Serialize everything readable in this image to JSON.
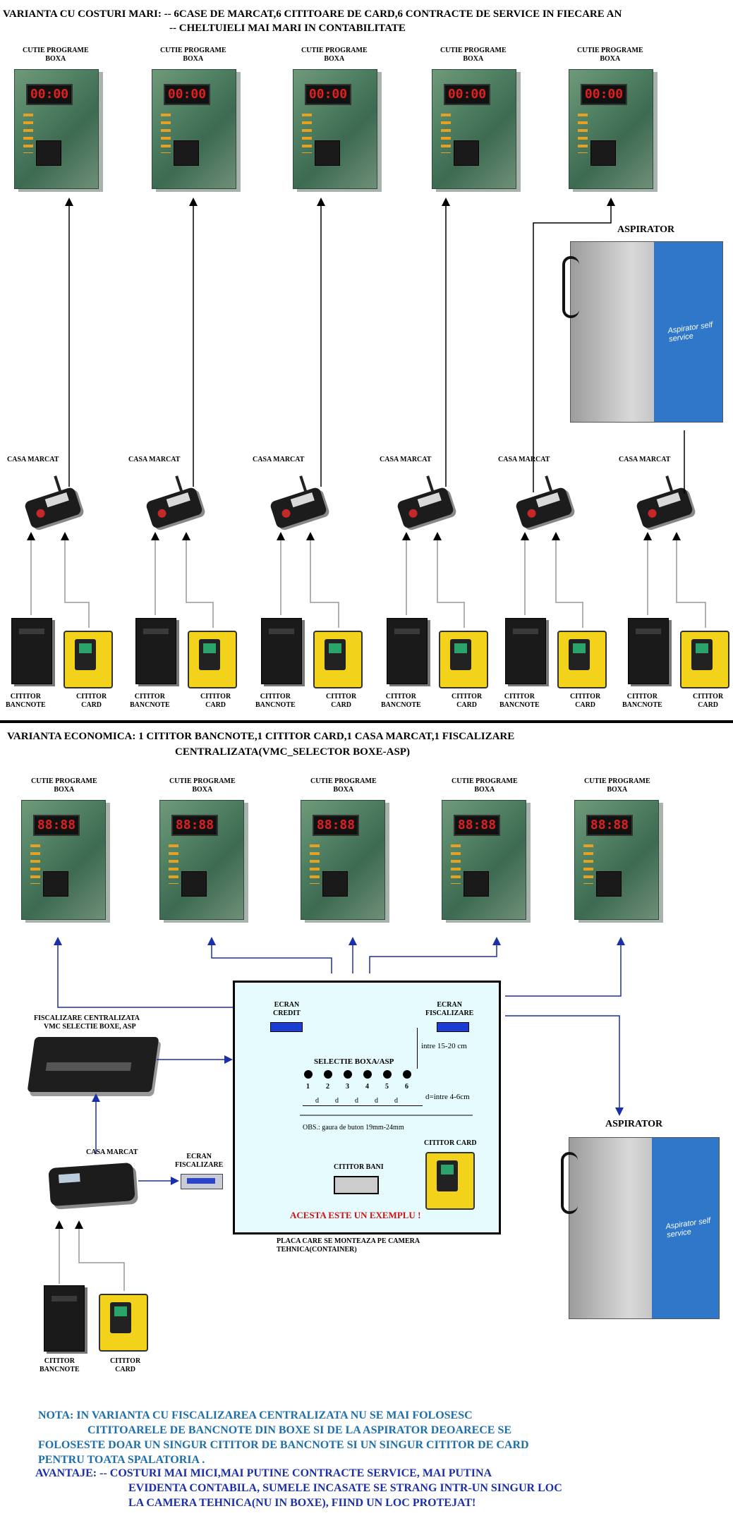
{
  "top": {
    "header1": "VARIANTA CU COSTURI MARI: -- 6CASE DE MARCAT,6 CITITOARE DE CARD,6  CONTRACTE DE SERVICE IN FIECARE AN",
    "header2": "-- CHELTUIELI MAI MARI IN CONTABILITATE",
    "box_label_line1": "CUTIE PROGRAME",
    "box_label_line2": "BOXA",
    "display_value": "00:00",
    "aspirator": "ASPIRATOR",
    "casa_marcat": "CASA MARCAT",
    "citiror_bancnote_1": "CITITOR",
    "citiror_bancnote_2": "BANCNOTE",
    "cititor_card_1": "CITITOR",
    "cititor_card_2": "CARD",
    "aspirator_panel": "Aspirator self service"
  },
  "bottom": {
    "header1": "VARIANTA ECONOMICA: 1 CITITOR BANCNOTE,1 CITITOR CARD,1 CASA MARCAT,1 FISCALIZARE",
    "header2": "CENTRALIZATA(VMC_SELECTOR BOXE-ASP)",
    "box_label_line1": "CUTIE PROGRAME",
    "box_label_line2": "BOXA",
    "display_value": "88:88",
    "fiscalizare_1": "FISCALIZARE CENTRALIZATA",
    "fiscalizare_2": "VMC SELECTIE BOXE, ASP",
    "casa_marcat": "CASA MARCAT",
    "ecran_fisc_1": "ECRAN",
    "ecran_fisc_2": "FISCALIZARE",
    "cititor_bancnote_1": "CITITOR",
    "cititor_bancnote_2": "BANCNOTE",
    "cititor_card_1": "CITITOR",
    "cititor_card_2": "CARD",
    "aspirator": "ASPIRATOR",
    "panel": {
      "ecran_credit_1": "ECRAN",
      "ecran_credit_2": "CREDIT",
      "ecran_fisc_1": "ECRAN",
      "ecran_fisc_2": "FISCALIZARE",
      "intre": "intre 15-20 cm",
      "selectie": "SELECTIE BOXA/ASP",
      "numbers": [
        "1",
        "2",
        "3",
        "4",
        "5",
        "6"
      ],
      "d": "d",
      "d_intre": "d=intre 4-6cm",
      "obs": "OBS.: gaura de buton 19mm-24mm",
      "cititor_bani": "CITITOR BANI",
      "cititor_card": "CITITOR CARD",
      "exemplu": "ACESTA ESTE UN EXEMPLU !"
    },
    "placa_1": "PLACA CARE SE MONTEAZA PE CAMERA",
    "placa_2": "TEHNICA(CONTAINER)"
  },
  "notes": {
    "nota_1": "NOTA: IN VARIANTA CU FISCALIZAREA CENTRALIZATA NU SE MAI FOLOSESC",
    "nota_2": "CITITOARELE DE BANCNOTE DIN BOXE SI DE LA ASPIRATOR DEOARECE SE",
    "nota_3": "FOLOSESTE DOAR UN SINGUR CITITOR DE BANCNOTE SI UN SINGUR CITITOR DE CARD",
    "nota_4": "PENTRU TOATA SPALATORIA .",
    "av_1": "AVANTAJE: -- COSTURI MAI MICI,MAI PUTINE CONTRACTE SERVICE, MAI PUTINA",
    "av_2": "EVIDENTA CONTABILA, SUMELE INCASATE SE STRANG INTR-UN SINGUR LOC",
    "av_3": "LA CAMERA TEHNICA(NU IN BOXE),  FIIND UN LOC PROTEJAT!"
  },
  "colors": {
    "arrow_blue": "#1b2fa8",
    "note_blue": "#1e6ea8",
    "panel_bg": "#e6fbfd",
    "exemplu_red": "#d01010"
  }
}
